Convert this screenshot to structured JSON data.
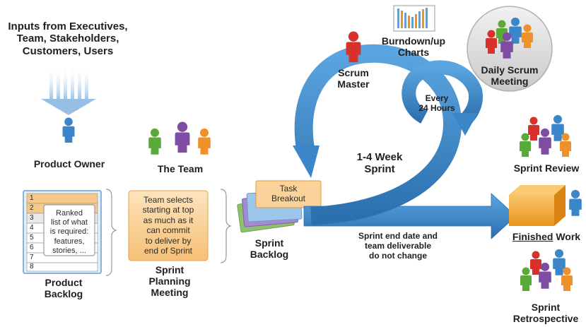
{
  "inputs": {
    "lines": [
      "Inputs from Executives,",
      "Team, Stakeholders,",
      "Customers, Users"
    ]
  },
  "product_owner": {
    "label": "Product Owner"
  },
  "the_team": {
    "label": "The Team"
  },
  "scrum_master": {
    "lines": [
      "Scrum",
      "Master"
    ]
  },
  "burndown": {
    "lines": [
      "Burndown/up",
      "Charts"
    ]
  },
  "daily_scrum": {
    "lines": [
      "Daily Scrum",
      "Meeting"
    ]
  },
  "every_24": {
    "lines": [
      "Every",
      "24 Hours"
    ]
  },
  "sprint_loop": {
    "lines": [
      "1-4 Week",
      "Sprint"
    ]
  },
  "product_backlog": {
    "rows": [
      "1",
      "2",
      "3",
      "4",
      "5",
      "6",
      "7",
      "8"
    ],
    "note_lines": [
      "Ranked",
      "list of what",
      "is required:",
      "features,",
      "stories, ..."
    ],
    "title_lines": [
      "Product",
      "Backlog"
    ]
  },
  "sprint_planning": {
    "note_lines": [
      "Team selects",
      "starting at top",
      "as much as it",
      "can commit",
      "to deliver by",
      "end of Sprint"
    ],
    "title_lines": [
      "Sprint",
      "Planning",
      "Meeting"
    ]
  },
  "sprint_backlog": {
    "task_lines": [
      "Task",
      "Breakout"
    ],
    "title_lines": [
      "Sprint",
      "Backlog"
    ]
  },
  "sprint_end": {
    "lines": [
      "Sprint end date and",
      "team deliverable",
      "do not change"
    ]
  },
  "sprint_review": {
    "label": "Sprint Review"
  },
  "finished_work": {
    "word1": "Finished",
    "word2": " Work"
  },
  "sprint_retro": {
    "lines": [
      "Sprint",
      "Retrospective"
    ]
  },
  "colors": {
    "blue_arrow": "#3a86c8",
    "person_blue": "#3a86c8",
    "person_red": "#d8302b",
    "person_green": "#5aaa3a",
    "person_purple": "#7f4ca3",
    "person_orange": "#f0902a",
    "backlog_orange": "#f6c98a",
    "planning_box": "#f9d29a",
    "finished_box": "#f5a623"
  }
}
